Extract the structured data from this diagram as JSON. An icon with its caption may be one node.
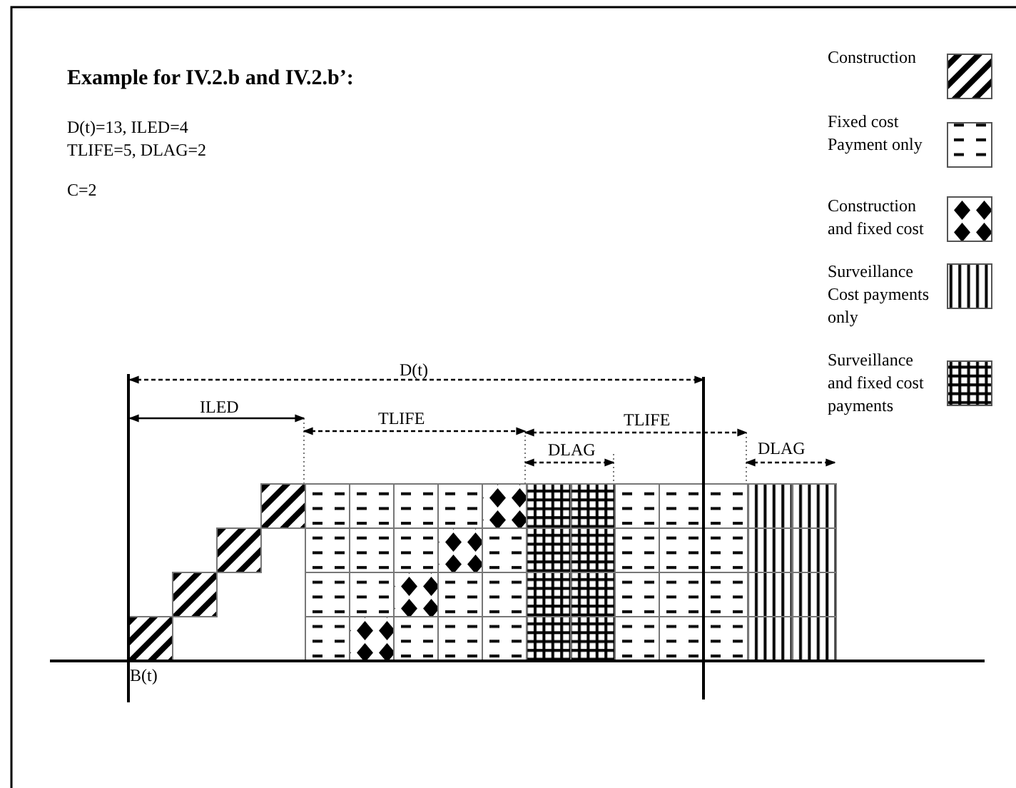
{
  "diagram": {
    "title": "Example for IV.2.b and IV.2.b’:",
    "labels": [
      "D(t)=13, ILED=4",
      "TLIFE=5, DLAG=2",
      "C=2",
      "D(t)",
      "ILED",
      "TLIFE",
      "TLIFE",
      "DLAG",
      "DLAG",
      "B(t)"
    ],
    "legend": [
      {
        "text": "Construction"
      },
      {
        "text": "Fixed cost Payment only"
      },
      {
        "text": "Construction and fixed cost"
      },
      {
        "text": "Surveillance Cost payments only"
      },
      {
        "text": "Surveillance and fixed cost payments"
      }
    ]
  }
}
